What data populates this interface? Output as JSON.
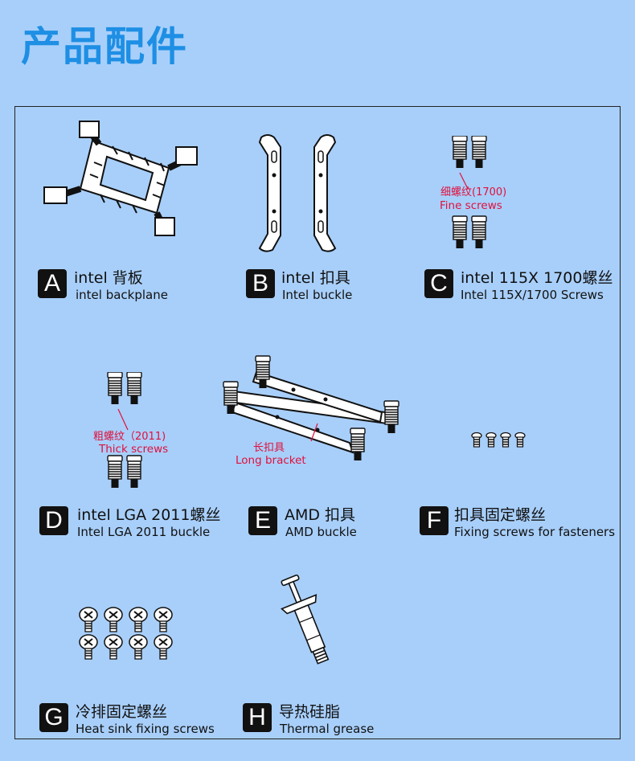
{
  "title": "产品配件",
  "items": [
    {
      "letter": "A",
      "cn": "intel 背板",
      "en": "intel backplane"
    },
    {
      "letter": "B",
      "cn": "intel 扣具",
      "en": "Intel buckle"
    },
    {
      "letter": "C",
      "cn": "intel 115X 1700螺丝",
      "en": "Intel 115X/1700 Screws"
    },
    {
      "letter": "D",
      "cn": "intel LGA 2011螺丝",
      "en": "Intel LGA 2011 buckle"
    },
    {
      "letter": "E",
      "cn": "AMD 扣具",
      "en": "AMD buckle"
    },
    {
      "letter": "F",
      "cn": "扣具固定螺丝",
      "en": "Fixing screws for fasteners"
    },
    {
      "letter": "G",
      "cn": "冷排固定螺丝",
      "en": "Heat sink fixing screws"
    },
    {
      "letter": "H",
      "cn": "导热硅脂",
      "en": "Thermal grease"
    }
  ],
  "notes": {
    "c_cn": "细螺纹(1700)",
    "c_en": "Fine screws",
    "d_cn": "粗螺纹（2011)",
    "d_en": "Thick screws",
    "e_cn": "长扣具",
    "e_en": "Long bracket"
  },
  "colors": {
    "background": "#a8cffa",
    "title": "#1e8fe4",
    "annotation": "#e0103c",
    "badge": "#111111"
  }
}
